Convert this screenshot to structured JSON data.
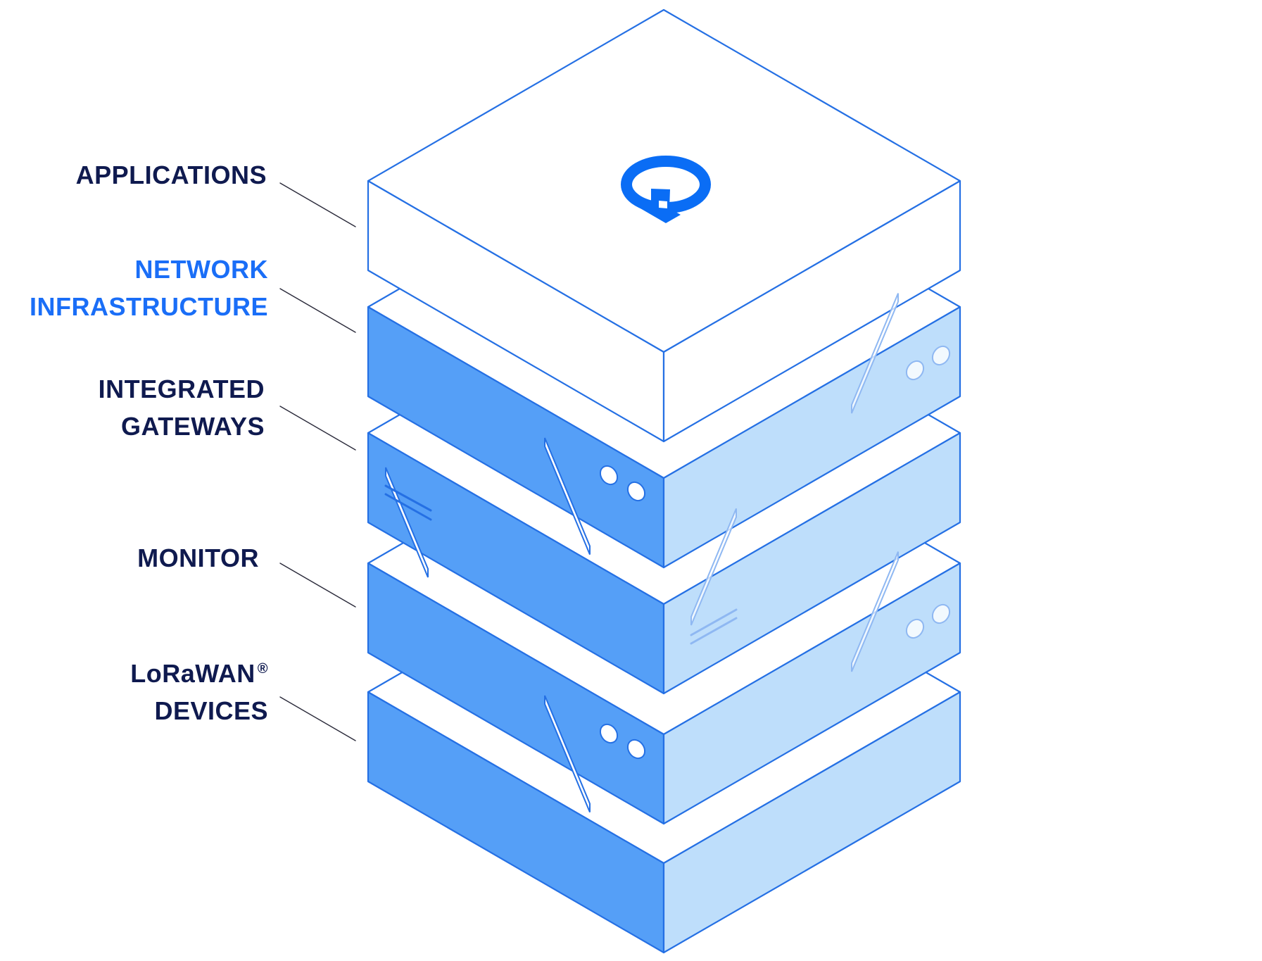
{
  "colors": {
    "stroke": "#2570e4",
    "front_face": "#559ff7",
    "side_face": "#bedefb",
    "top_face": "#ffffff",
    "label_dark": "#0f1a4f",
    "label_accent": "#1a6ef7",
    "logo": "#0a6df5",
    "connector": "#2a2a3a"
  },
  "layers": [
    {
      "id": "applications",
      "lines": [
        "APPLICATIONS"
      ],
      "highlight": false,
      "icon": "applications-logo-icon"
    },
    {
      "id": "network-infrastructure",
      "lines": [
        "NETWORK",
        "INFRASTRUCTURE"
      ],
      "highlight": true
    },
    {
      "id": "integrated-gateways",
      "lines": [
        "INTEGRATED",
        "GATEWAYS"
      ],
      "highlight": false
    },
    {
      "id": "monitor",
      "lines": [
        "MONITOR"
      ],
      "highlight": false
    },
    {
      "id": "lorawan-devices",
      "lines": [
        "LoRaWAN",
        "DEVICES"
      ],
      "highlight": false,
      "mark": "®"
    }
  ]
}
